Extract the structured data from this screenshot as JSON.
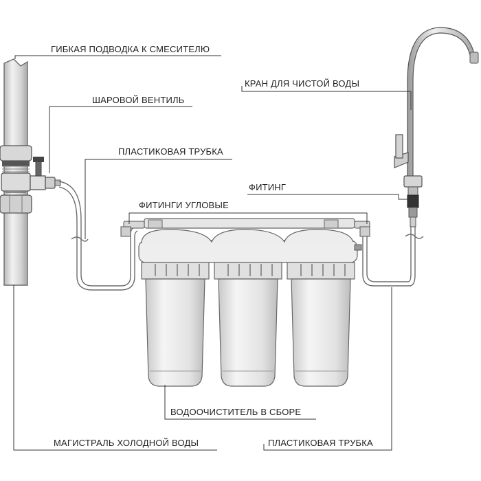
{
  "labels": {
    "flex_hose": "ГИБКАЯ ПОДВОДКА К СМЕСИТЕЛЮ",
    "ball_valve": "ШАРОВОЙ ВЕНТИЛЬ",
    "plastic_tube_top": "ПЛАСТИКОВАЯ ТРУБКА",
    "clean_faucet": "КРАН ДЛЯ ЧИСТОЙ ВОДЫ",
    "fitting": "ФИТИНГ",
    "angle_fittings": "ФИТИНГИ УГЛОВЫЕ",
    "purifier_assembly": "ВОДООЧИСТИТЕЛЬ В СБОРЕ",
    "cold_main": "МАГИСТРАЛЬ ХОЛОДНОЙ ВОДЫ",
    "plastic_tube_bottom": "ПЛАСТИКОВАЯ ТРУБКА"
  },
  "colors": {
    "line": "#6b6b6b",
    "pipe_fill": "#e4e4e4",
    "text": "#222222"
  }
}
